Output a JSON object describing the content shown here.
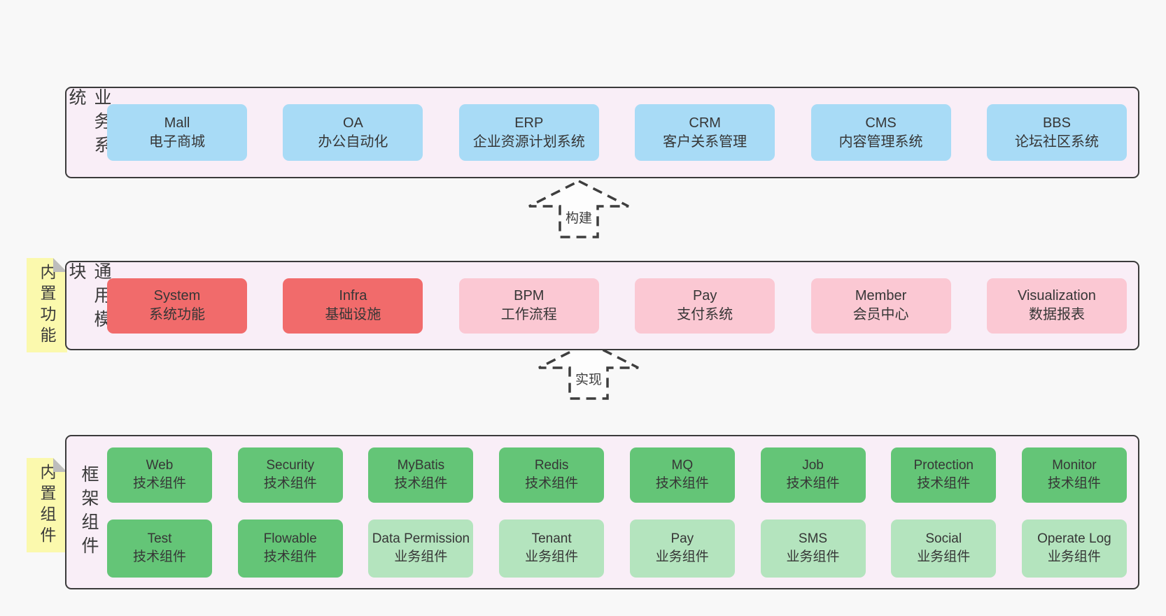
{
  "palette": {
    "page_bg": "#f8f8f8",
    "panel_bg": "#f9eef7",
    "panel_border": "#3b3b3b",
    "blue_box": "#a8dbf6",
    "red_box": "#f16b6b",
    "pink_box": "#fbc8d3",
    "green_box": "#64c577",
    "light_green_box": "#b4e4be",
    "sticky_note": "#fbf9ad",
    "note_fold": "#bdbdbd",
    "text": "#363636"
  },
  "layers": [
    {
      "id": "business-systems",
      "label": "业务系统",
      "boxes": [
        {
          "name": "Mall",
          "desc": "电子商城",
          "variant": "blue"
        },
        {
          "name": "OA",
          "desc": "办公自动化",
          "variant": "blue"
        },
        {
          "name": "ERP",
          "desc": "企业资源计划系统",
          "variant": "blue"
        },
        {
          "name": "CRM",
          "desc": "客户关系管理",
          "variant": "blue"
        },
        {
          "name": "CMS",
          "desc": "内容管理系统",
          "variant": "blue"
        },
        {
          "name": "BBS",
          "desc": "论坛社区系统",
          "variant": "blue"
        }
      ]
    },
    {
      "id": "common-modules",
      "label": "通用模块",
      "note": "内置功能",
      "boxes": [
        {
          "name": "System",
          "desc": "系统功能",
          "variant": "red"
        },
        {
          "name": "Infra",
          "desc": "基础设施",
          "variant": "red"
        },
        {
          "name": "BPM",
          "desc": "工作流程",
          "variant": "pink"
        },
        {
          "name": "Pay",
          "desc": "支付系统",
          "variant": "pink"
        },
        {
          "name": "Member",
          "desc": "会员中心",
          "variant": "pink"
        },
        {
          "name": "Visualization",
          "desc": "数据报表",
          "variant": "pink"
        }
      ]
    },
    {
      "id": "framework-components",
      "label": "框架组件",
      "note": "内置组件",
      "rows": [
        [
          {
            "name": "Web",
            "desc": "技术组件",
            "variant": "green"
          },
          {
            "name": "Security",
            "desc": "技术组件",
            "variant": "green"
          },
          {
            "name": "MyBatis",
            "desc": "技术组件",
            "variant": "green"
          },
          {
            "name": "Redis",
            "desc": "技术组件",
            "variant": "green"
          },
          {
            "name": "MQ",
            "desc": "技术组件",
            "variant": "green"
          },
          {
            "name": "Job",
            "desc": "技术组件",
            "variant": "green"
          },
          {
            "name": "Protection",
            "desc": "技术组件",
            "variant": "green"
          },
          {
            "name": "Monitor",
            "desc": "技术组件",
            "variant": "green"
          }
        ],
        [
          {
            "name": "Test",
            "desc": "技术组件",
            "variant": "green"
          },
          {
            "name": "Flowable",
            "desc": "技术组件",
            "variant": "green"
          },
          {
            "name": "Data Permission",
            "desc": "业务组件",
            "variant": "lgreen"
          },
          {
            "name": "Tenant",
            "desc": "业务组件",
            "variant": "lgreen"
          },
          {
            "name": "Pay",
            "desc": "业务组件",
            "variant": "lgreen"
          },
          {
            "name": "SMS",
            "desc": "业务组件",
            "variant": "lgreen"
          },
          {
            "name": "Social",
            "desc": "业务组件",
            "variant": "lgreen"
          },
          {
            "name": "Operate Log",
            "desc": "业务组件",
            "variant": "lgreen"
          }
        ]
      ]
    }
  ],
  "arrows": [
    {
      "id": "build",
      "label": "构建"
    },
    {
      "id": "implement",
      "label": "实现"
    }
  ]
}
